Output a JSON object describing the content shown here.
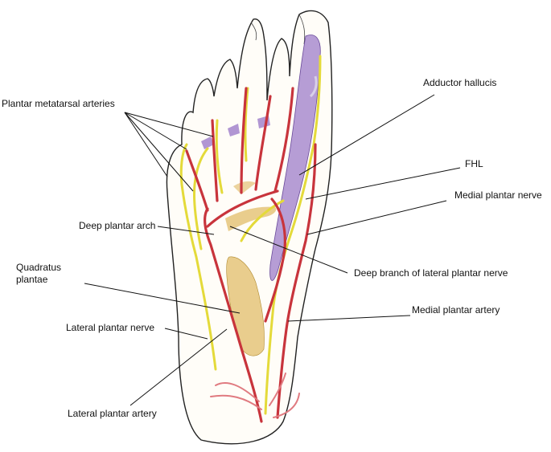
{
  "figure": {
    "labels": {
      "plantar_metatarsal_arteries": "Plantar metatarsal arteries",
      "adductor_hallucis": "Adductor hallucis",
      "fhl": "FHL",
      "medial_plantar_nerve": "Medial plantar nerve",
      "deep_plantar_arch": "Deep plantar arch",
      "deep_branch_lateral_plantar_nerve": "Deep branch of lateral plantar nerve",
      "quadratus_plantae": "Quadratus plantae",
      "medial_plantar_artery": "Medial plantar artery",
      "lateral_plantar_nerve": "Lateral plantar nerve",
      "lateral_plantar_artery": "Lateral plantar artery"
    },
    "colors": {
      "outline": "#222222",
      "artery": "#c8343c",
      "artery_light": "#e07a80",
      "nerve": "#e4da3a",
      "muscle_purple": "#9d7cc9",
      "muscle_tan": "#e0b860",
      "label_text": "#111111"
    }
  }
}
